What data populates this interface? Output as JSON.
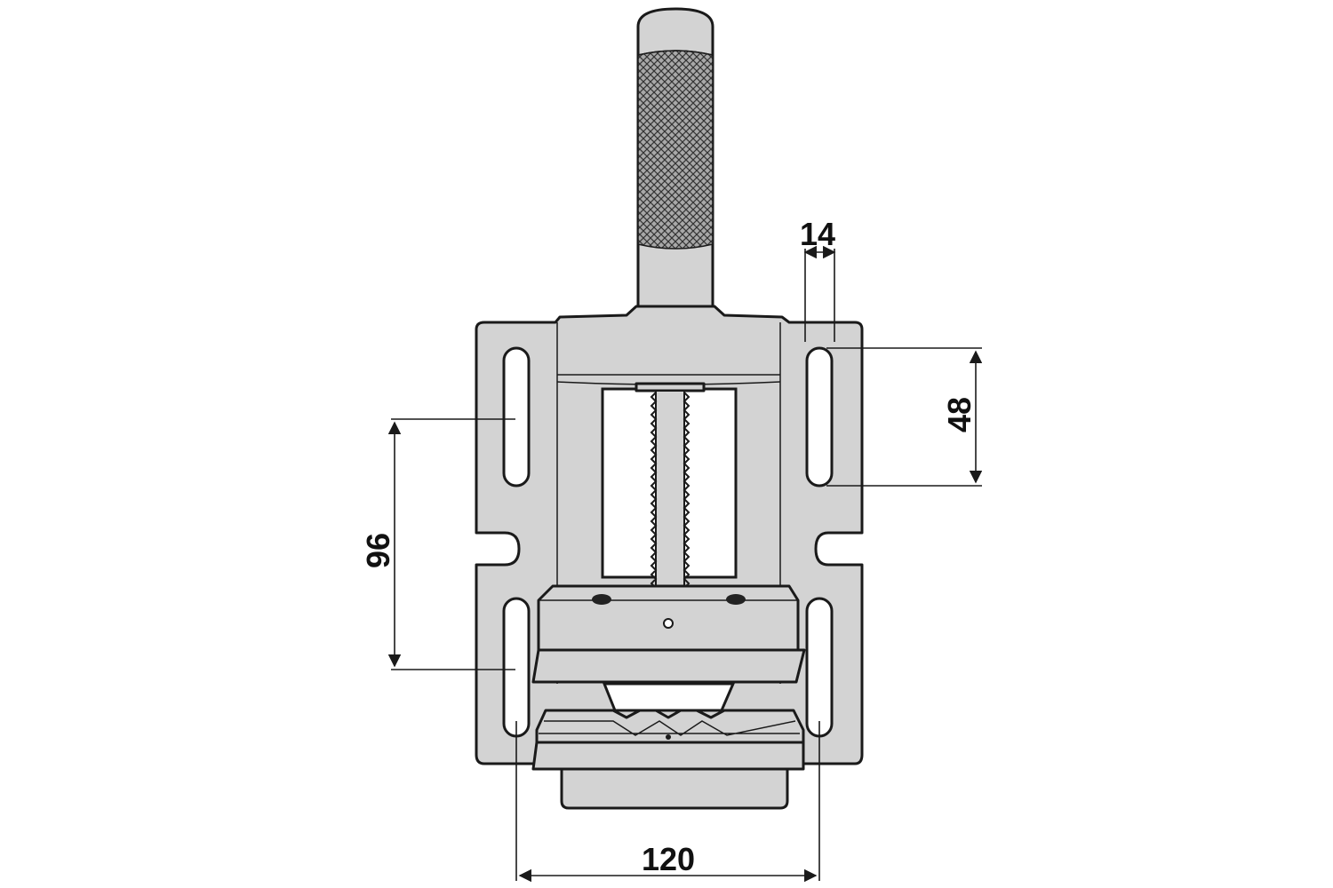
{
  "dimensions": {
    "slot_width": "14",
    "slot_length": "48",
    "slot_spacing_vertical": "96",
    "slot_spacing_horizontal": "120"
  },
  "colors": {
    "body_fill": "#d3d3d3",
    "outline": "#1a1a1a",
    "background": "#ffffff"
  }
}
